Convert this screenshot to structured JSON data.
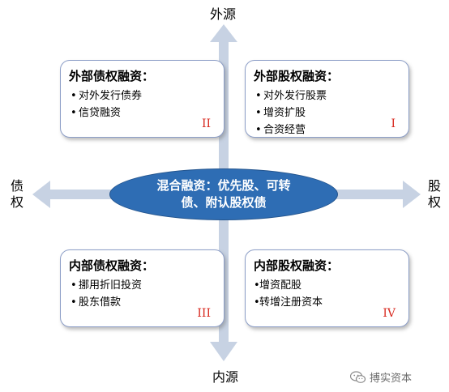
{
  "axes": {
    "top": "外源",
    "bottom": "内源",
    "left": "债权",
    "right": "股权"
  },
  "center": {
    "text": "混合融资：优先股、可转债、附认股权债"
  },
  "quadrants": {
    "top_left": {
      "title": "外部债权融资：",
      "items": [
        "对外发行债券",
        "信贷融资"
      ],
      "numeral": "II"
    },
    "top_right": {
      "title": "外部股权融资：",
      "items": [
        "对外发行股票",
        "增资扩股",
        "合资经营"
      ],
      "numeral": "I"
    },
    "bottom_left": {
      "title": "内部债权融资：",
      "items": [
        "挪用折旧投资",
        "股东借款"
      ],
      "numeral": "III"
    },
    "bottom_right": {
      "title": "内部股权融资：",
      "items": [
        "增资配股",
        "转增注册资本"
      ],
      "numeral": "IV"
    }
  },
  "watermark": {
    "text": "搏实资本",
    "icon": "wechat-icon"
  },
  "colors": {
    "arrow": "#c7d2e3",
    "ellipse": "#2e6db4",
    "border": "#8c9ec7",
    "numeral": "#d8291f"
  }
}
